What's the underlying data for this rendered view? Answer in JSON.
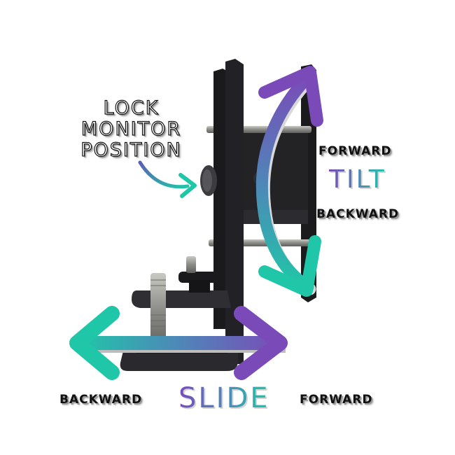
{
  "image": {
    "description": "Product illustration of a black monitor mount bracket with motion arrows",
    "background": "#ffffff"
  },
  "labels": {
    "lock": {
      "lines": [
        "LOCK",
        "MONITOR",
        "POSITION"
      ]
    },
    "tilt": {
      "title": "TILT",
      "forward": "FORWARD",
      "backward": "BACKWARD"
    },
    "slide": {
      "title": "SLIDE",
      "backward": "BACKWARD",
      "forward": "FORWARD"
    }
  },
  "colors": {
    "purple": "#7a4bb8",
    "blue": "#4f86b8",
    "teal": "#1fc7a8",
    "metal_dark": "#1e1e20",
    "metal_mid": "#3a3a3e",
    "screw": "#9c9c98"
  },
  "arrows": [
    {
      "name": "lock-arrow",
      "direction": "curved-right",
      "points_to": "lock-knob"
    },
    {
      "name": "tilt-arrow",
      "direction": "curved-bidirectional-vertical"
    },
    {
      "name": "slide-arrow",
      "direction": "bidirectional-horizontal"
    }
  ]
}
